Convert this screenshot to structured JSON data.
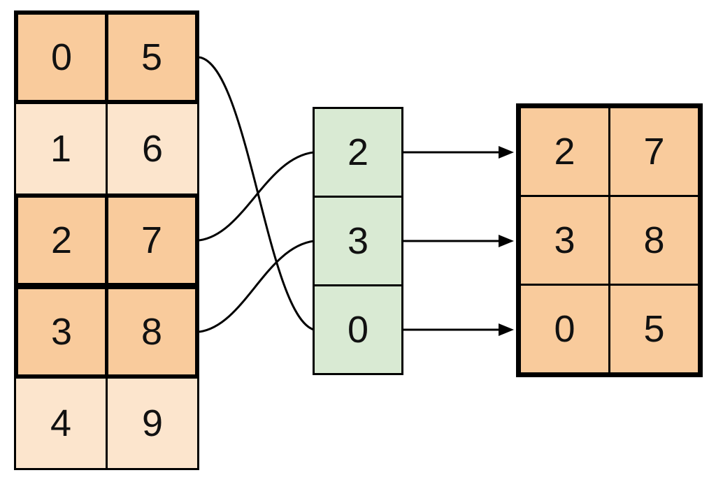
{
  "diagram": {
    "source_table": {
      "rows": [
        {
          "cells": [
            "0",
            "5"
          ],
          "highlighted": true
        },
        {
          "cells": [
            "1",
            "6"
          ],
          "highlighted": false
        },
        {
          "cells": [
            "2",
            "7"
          ],
          "highlighted": true
        },
        {
          "cells": [
            "3",
            "8"
          ],
          "highlighted": true
        },
        {
          "cells": [
            "4",
            "9"
          ],
          "highlighted": false
        }
      ]
    },
    "index_column": {
      "values": [
        "2",
        "3",
        "0"
      ]
    },
    "result_table": {
      "rows": [
        {
          "cells": [
            "2",
            "7"
          ]
        },
        {
          "cells": [
            "3",
            "8"
          ]
        },
        {
          "cells": [
            "0",
            "5"
          ]
        }
      ]
    },
    "connections": {
      "curves": [
        {
          "from_source_row": 0,
          "to_index_cell": 2
        },
        {
          "from_source_row": 2,
          "to_index_cell": 0
        },
        {
          "from_source_row": 3,
          "to_index_cell": 1
        }
      ],
      "arrows": [
        {
          "from_index_cell": 0,
          "to_result_row": 0
        },
        {
          "from_index_cell": 1,
          "to_result_row": 1
        },
        {
          "from_index_cell": 2,
          "to_result_row": 2
        }
      ]
    },
    "colors": {
      "highlight_fill": "#f9cb9c",
      "muted_fill": "#fce5cd",
      "index_fill": "#d9ead3",
      "line": "#000000"
    }
  }
}
